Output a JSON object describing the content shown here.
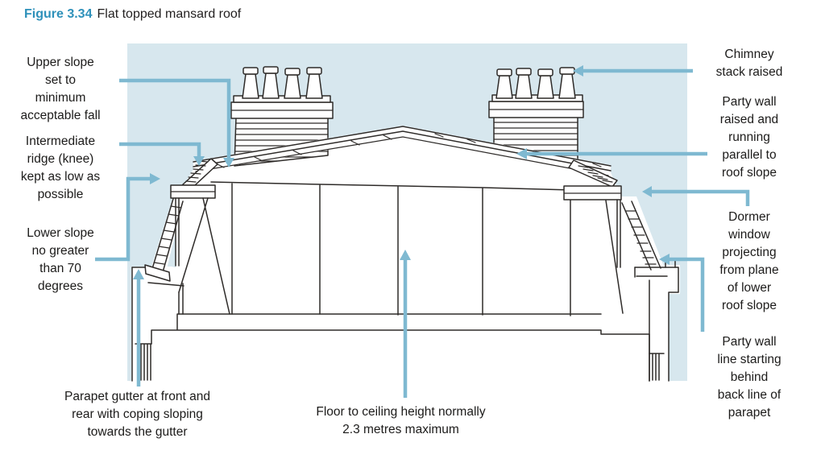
{
  "figure": {
    "label": "Figure 3.34",
    "caption": "Flat topped mansard roof"
  },
  "colors": {
    "panel": "#D7E7EE",
    "connector": "#7FB9D1",
    "ink": "#2E2B29",
    "figure_label": "#2E91BA",
    "text": "#1C1B1A"
  },
  "annotations": {
    "upper_slope": "Upper slope\nset to\nminimum\nacceptable fall",
    "intermediate_ridge": "Intermediate\nridge (knee)\nkept as low as\npossible",
    "lower_slope": "Lower slope\nno greater\nthan 70\ndegrees",
    "chimney_stack": "Chimney\nstack raised",
    "party_wall_raised": "Party wall\nraised and\nrunning\nparallel to\nroof slope",
    "dormer_window": "Dormer\nwindow\nprojecting\nfrom plane\nof lower\nroof slope",
    "party_wall_line": "Party wall\nline starting\nbehind\nback line of\nparapet",
    "parapet_gutter": "Parapet gutter at front and\nrear with coping sloping\ntowards the gutter",
    "floor_ceiling": "Floor to ceiling height normally\n2.3 metres maximum"
  }
}
